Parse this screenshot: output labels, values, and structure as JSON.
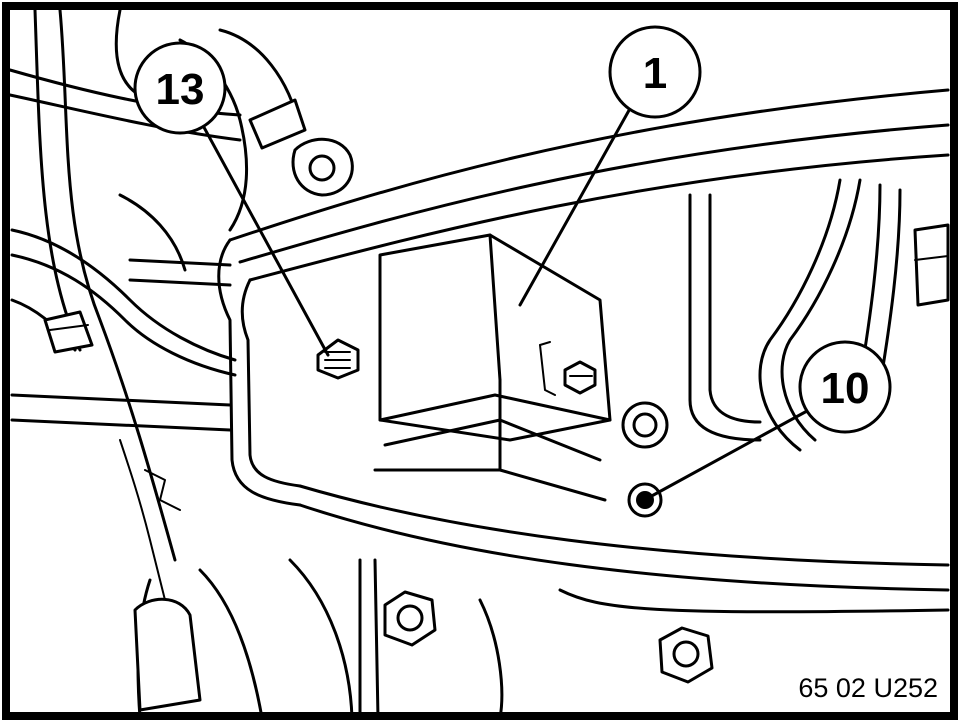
{
  "figure": {
    "reference_code": "65 02 U252",
    "callouts": [
      {
        "id": "callout-1",
        "label": "1"
      },
      {
        "id": "callout-10",
        "label": "10"
      },
      {
        "id": "callout-13",
        "label": "13"
      }
    ]
  }
}
